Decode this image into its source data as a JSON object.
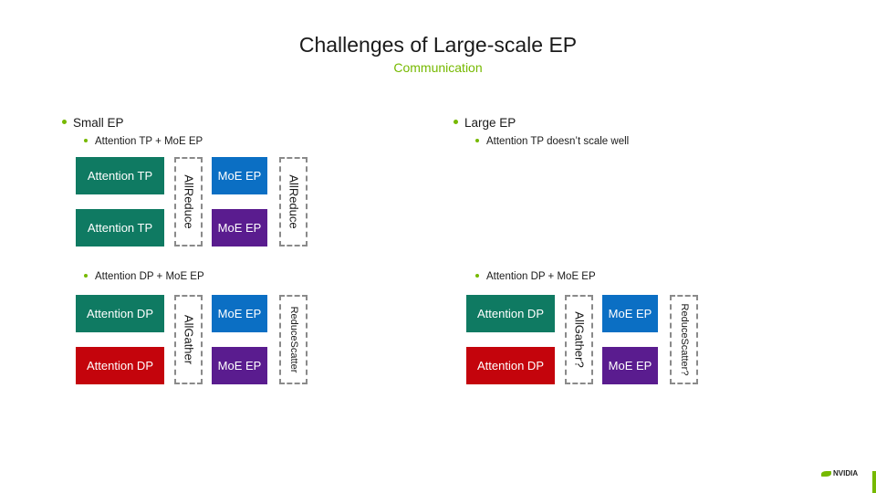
{
  "slide": {
    "title": "Challenges of Large-scale EP",
    "subtitle": "Communication",
    "accent_color": "#76b900"
  },
  "left": {
    "heading": "Small EP",
    "section1": {
      "label": "Attention TP + MoE EP",
      "attn_top": "Attention TP",
      "attn_bottom": "Attention TP",
      "comm1": "AllReduce",
      "moe_top": "MoE EP",
      "moe_bottom": "MoE EP",
      "comm2": "AllReduce"
    },
    "section2": {
      "label": "Attention DP + MoE EP",
      "attn_top": "Attention DP",
      "attn_bottom": "Attention DP",
      "comm1": "AllGather",
      "moe_top": "MoE EP",
      "moe_bottom": "MoE EP",
      "comm2": "ReduceScatter"
    }
  },
  "right": {
    "heading": "Large EP",
    "note": "Attention TP doesn’t scale well",
    "section2": {
      "label": "Attention DP + MoE EP",
      "attn_top": "Attention DP",
      "attn_bottom": "Attention DP",
      "comm1": "AllGather?",
      "moe_top": "MoE EP",
      "moe_bottom": "MoE EP",
      "comm2": "ReduceScatter?"
    }
  },
  "colors": {
    "attention_green": "#0f7a62",
    "moe_blue": "#0b6fc4",
    "moe_purple": "#5a1c8f",
    "attention_red": "#c4040c",
    "dashed_border": "#8a8a8a"
  },
  "footer": {
    "logo_text": "NVIDIA"
  }
}
